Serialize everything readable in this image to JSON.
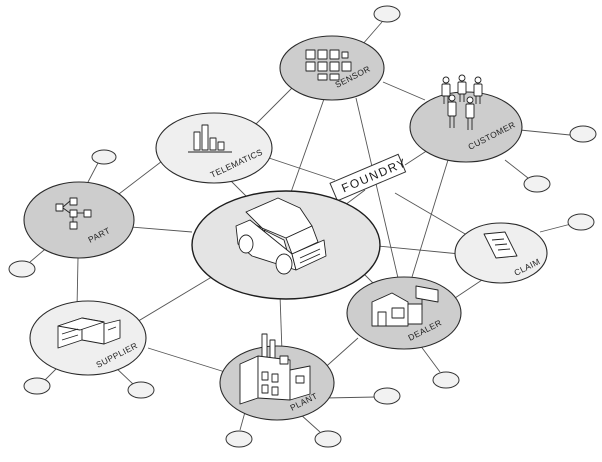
{
  "diagram": {
    "brand_label": "FOUNDRY",
    "nodes": {
      "sensor": "SENSOR",
      "customer": "CUSTOMER",
      "telematics": "TELEMATICS",
      "part": "PART",
      "claim": "CLAIM",
      "dealer": "DEALER",
      "supplier": "SUPPLIER",
      "plant": "PLANT"
    },
    "icons": {
      "vehicle": "car-icon",
      "sensor": "qr-grid-icon",
      "customer": "people-group-icon",
      "telematics": "bar-chart-icon",
      "part": "hierarchy-icon",
      "claim": "document-icon",
      "dealer": "dealership-icon",
      "supplier": "warehouse-icon",
      "plant": "factory-icon"
    }
  }
}
